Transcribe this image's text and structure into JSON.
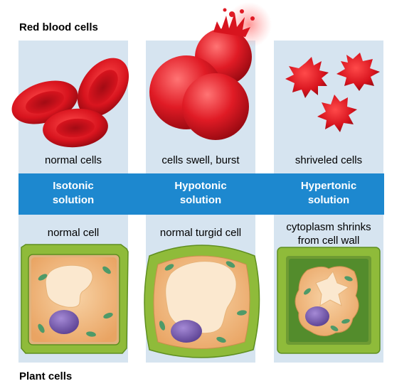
{
  "headings": {
    "top": "Red blood cells",
    "bottom": "Plant cells"
  },
  "columns": [
    {
      "rbc_label": "normal cells",
      "solution_line1": "Isotonic",
      "solution_line2": "solution",
      "plant_label_line1": "normal cell",
      "plant_label_line2": ""
    },
    {
      "rbc_label": "cells swell, burst",
      "solution_line1": "Hypotonic",
      "solution_line2": "solution",
      "plant_label_line1": "normal turgid cell",
      "plant_label_line2": ""
    },
    {
      "rbc_label": "shriveled cells",
      "solution_line1": "Hypertonic",
      "solution_line2": "solution",
      "plant_label_line1": "cytoplasm shrinks",
      "plant_label_line2": "from cell wall"
    }
  ],
  "colors": {
    "column_background": "#d6e4f0",
    "solution_band": "#1d88cf",
    "rbc_red": "#d8141e",
    "plant_wall": "#8fbb3a",
    "plant_cytoplasm": "#f3bf86",
    "vacuole": "#fbe8cf",
    "nucleus": "#7e61b3",
    "chloroplast": "#4e9a68"
  }
}
